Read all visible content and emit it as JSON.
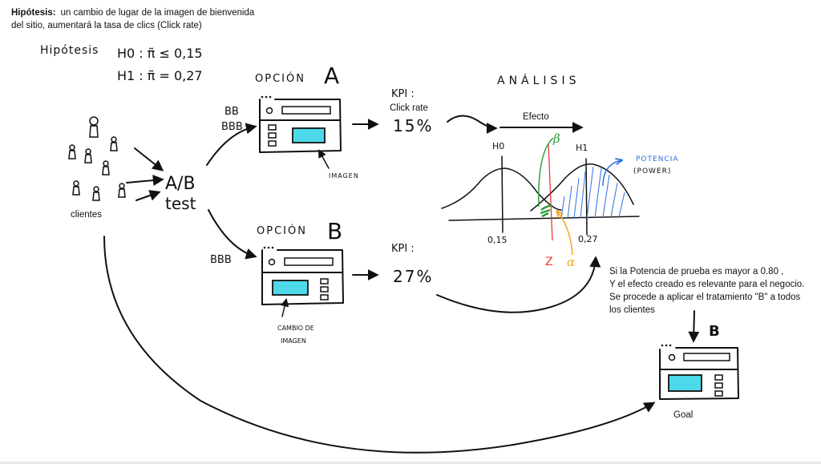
{
  "header": {
    "hypothesis_label": "Hipótesis:",
    "hypothesis_line1": "un cambio de lugar de la imagen de bienvenida",
    "hypothesis_line2": "del sitio, aumentará la tasa de clics (Click rate)"
  },
  "hypotheses": {
    "label": "Hipótesis",
    "h0": "H0 : π̃ ≤ 0,15",
    "h1": "H1 : π̃ = 0,27"
  },
  "customers": {
    "label": "clientes"
  },
  "ab_test": {
    "line1": "A/B",
    "line2": "test"
  },
  "option_a": {
    "title": "OPCIÓN",
    "letter": "A",
    "users": [
      "BB",
      "BBB"
    ],
    "image_note": "IMAGEN"
  },
  "option_b": {
    "title": "OPCIÓN",
    "letter": "B",
    "users": [
      "BBB"
    ],
    "image_note": [
      "CAMBIO DE",
      "IMAGEN"
    ]
  },
  "kpi_a": {
    "label": "KPI :",
    "metric": "Click rate",
    "value": "15%"
  },
  "kpi_b": {
    "label": "KPI :",
    "value": "27%"
  },
  "analysis": {
    "title": "ANÁLISIS",
    "effect": "Efecto",
    "h0_label": "H0",
    "h1_label": "H1",
    "h0_value": "0,15",
    "h1_value": "0,27",
    "beta": "β",
    "z": "Z",
    "alpha": "α",
    "power_label": "POTENCIA",
    "power_sub": "(POWER)"
  },
  "conclusion": {
    "lines": [
      "Si la Potencia de prueba es mayor a 0.80 ,",
      "Y el efecto creado es relevante para el negocio.",
      "Se procede a aplicar el tratamiento \"B\" a todos",
      "los clientes"
    ]
  },
  "goal": {
    "letter": "B",
    "label": "Goal"
  },
  "colors": {
    "image": "#4dd9ea",
    "z_line": "#e53935",
    "beta": "#2e9e3a",
    "alpha": "#f5a623",
    "power": "#2f6fe0"
  }
}
